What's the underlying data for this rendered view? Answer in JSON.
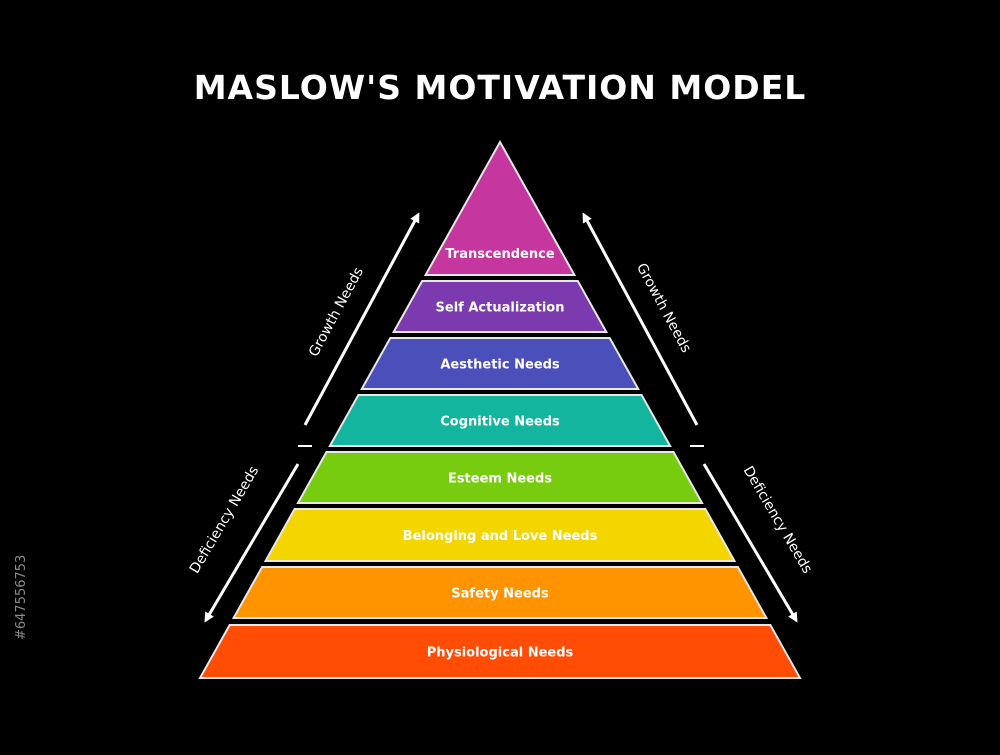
{
  "title": "MASLOW'S MOTIVATION MODEL",
  "levels": [
    {
      "label": "Transcendence",
      "color": "#c5369f"
    },
    {
      "label": "Self Actualization",
      "color": "#7b3aad"
    },
    {
      "label": "Aesthetic Needs",
      "color": "#4a4fba"
    },
    {
      "label": "Cognitive Needs",
      "color": "#13b59f"
    },
    {
      "label": "Esteem Needs",
      "color": "#77cc0f"
    },
    {
      "label": "Belonging and Love Needs",
      "color": "#f3d500"
    },
    {
      "label": "Safety Needs",
      "color": "#ff9300"
    },
    {
      "label": "Physiological Needs",
      "color": "#ff4d06"
    }
  ],
  "side_labels": {
    "left_upper": "Growth Needs",
    "left_lower": "Deficiency Needs",
    "right_upper": "Growth Needs",
    "right_lower": "Deficiency Needs"
  },
  "watermark": "#647556753",
  "colors": {
    "background": "#000000",
    "text": "#ffffff",
    "border": "#e8e8e8"
  }
}
